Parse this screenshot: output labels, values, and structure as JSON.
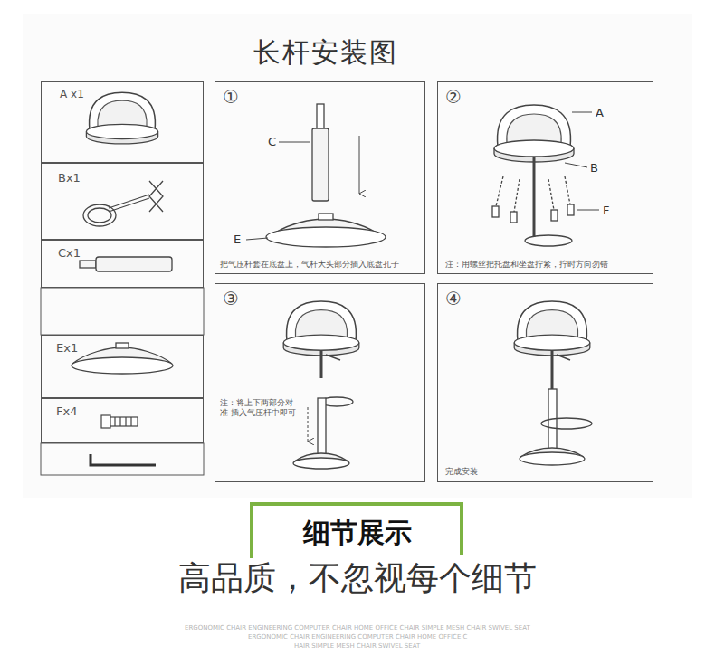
{
  "diagram": {
    "title": "长杆安装图",
    "nodes": [
      {
        "text": [
          "A x1"
        ]
      },
      {
        "text": [
          "Bx1"
        ]
      },
      {
        "text": [
          "Cx1"
        ]
      },
      {
        "text": [
          "Ex1"
        ]
      },
      {
        "text": [
          "Fx4"
        ]
      },
      {
        "text": [
          "①",
          "把气压杆套在底盘上，气杆大头部分插入底盘孔子"
        ]
      },
      {
        "text": [
          "②",
          "注：用螺丝把托盘和坐盘拧紧，拧时方向勿错"
        ]
      },
      {
        "text": [
          "③",
          "注：将上下两部分对准 插入气压杆中即可"
        ]
      },
      {
        "text": [
          "④",
          "完成安装"
        ]
      },
      {
        "text": [
          "细节展示"
        ]
      }
    ],
    "labels": [
      "C",
      "E",
      "A",
      "B",
      "F",
      "高品质，不忽视每个细节",
      "ERGONOMIC CHAIR ENGINEERING COMPUTER CHAIR HOME OFFICE CHAIR SIMPLE MESH CHAIR SWIVEL SEAT",
      "ERGONOMIC CHAIR ENGINEERING COMPUTER CHAIR HOME OFFICE C",
      "HAIR SIMPLE MESH CHAIR SWIVEL SEAT"
    ]
  }
}
